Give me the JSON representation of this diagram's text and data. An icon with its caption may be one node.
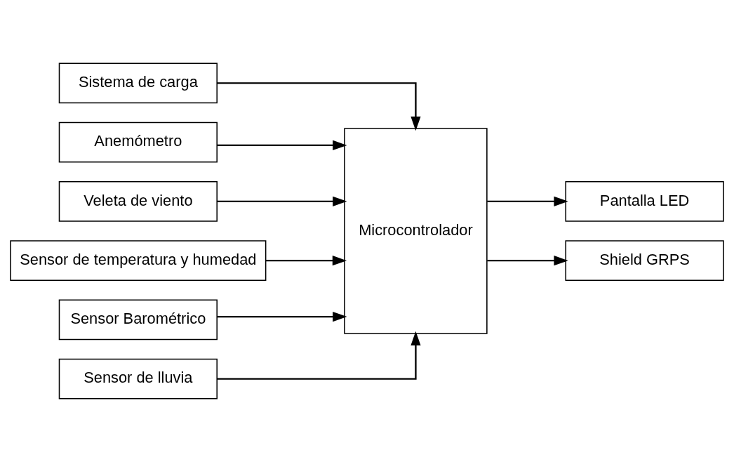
{
  "diagram": {
    "nodes": [
      {
        "text": [
          "Sistema de carga"
        ]
      },
      {
        "text": [
          "Anemómetro"
        ]
      },
      {
        "text": [
          "Veleta de viento"
        ]
      },
      {
        "text": [
          "Sensor de temperatura y humedad"
        ]
      },
      {
        "text": [
          "Sensor Barométrico"
        ]
      },
      {
        "text": [
          "Sensor de lluvia"
        ]
      },
      {
        "text": [
          "Microcontrolador"
        ]
      },
      {
        "text": [
          "Pantalla LED"
        ]
      },
      {
        "text": [
          "Shield GRPS"
        ]
      }
    ],
    "edges": [
      {
        "from": 0,
        "to": 6,
        "arrow": "to"
      },
      {
        "from": 1,
        "to": 6,
        "arrow": "to"
      },
      {
        "from": 2,
        "to": 6,
        "arrow": "to"
      },
      {
        "from": 3,
        "to": 6,
        "arrow": "to"
      },
      {
        "from": 4,
        "to": 6,
        "arrow": "to"
      },
      {
        "from": 5,
        "to": 6,
        "arrow": "to"
      },
      {
        "from": 6,
        "to": 7,
        "arrow": "to"
      },
      {
        "from": 6,
        "to": 8,
        "arrow": "to"
      }
    ]
  }
}
